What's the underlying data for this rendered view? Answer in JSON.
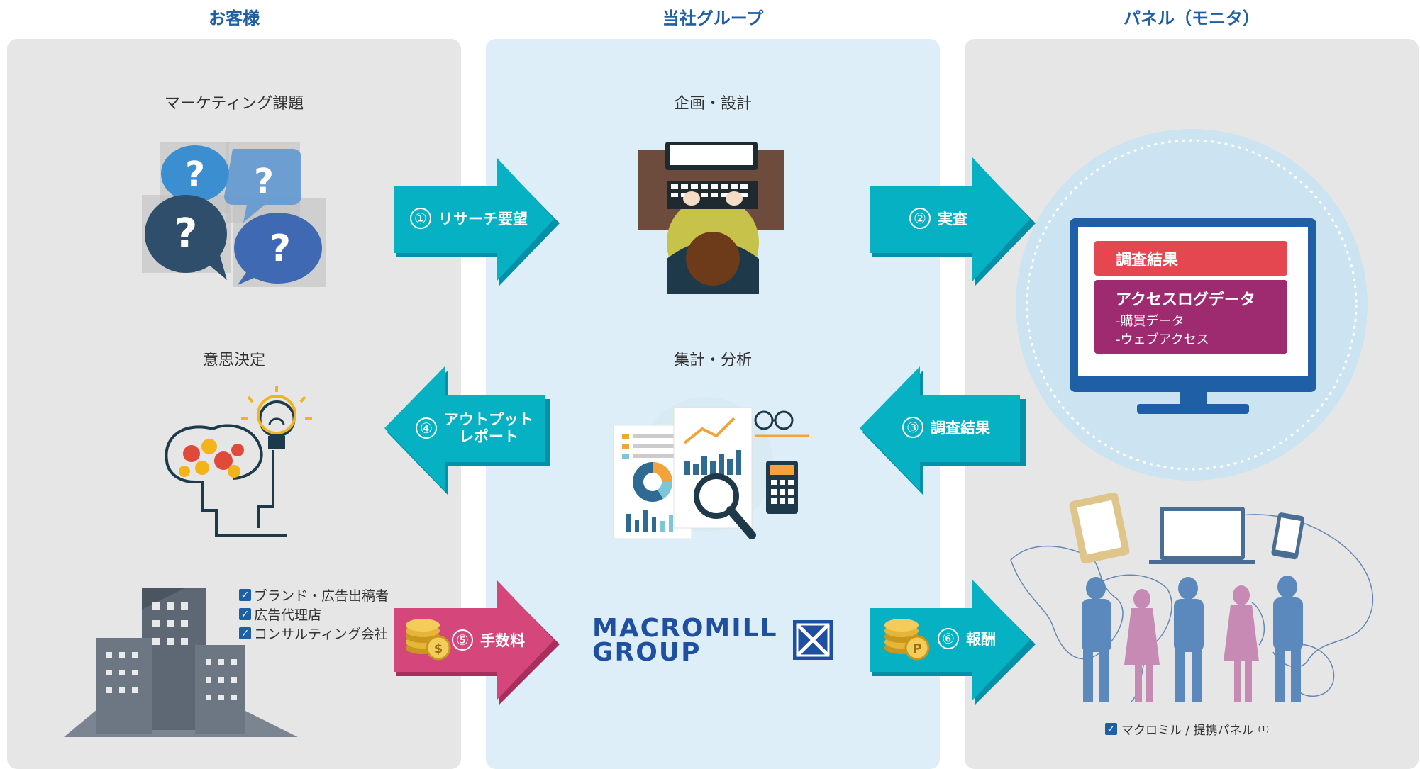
{
  "columns": {
    "customer": "お客様",
    "group": "当社グループ",
    "panel": "パネル（モニタ）"
  },
  "labels": {
    "marketing_issue": "マーケティング課題",
    "decision": "意思決定",
    "planning": "企画・設計",
    "analysis": "集計・分析"
  },
  "arrows": {
    "a1": {
      "num": "①",
      "text": "リサーチ要望"
    },
    "a2": {
      "num": "②",
      "text": "実査"
    },
    "a3": {
      "num": "③",
      "text": "調査結果"
    },
    "a4": {
      "num": "④",
      "text1": "アウトプット",
      "text2": "レポート"
    },
    "a5": {
      "num": "⑤",
      "text": "手数料"
    },
    "a6": {
      "num": "⑥",
      "text": "報酬"
    }
  },
  "customers": [
    "ブランド・広告出稿者",
    "広告代理店",
    "コンサルティング会社"
  ],
  "monitor": {
    "result": "調査結果",
    "access_log": "アクセスログデータ",
    "item1": "-購買データ",
    "item2": "-ウェブアクセス"
  },
  "logo": {
    "line1": "MACROMILL",
    "line2": "GROUP"
  },
  "panel_note": {
    "text": "マクロミル / 提携パネル",
    "sup": "(1)"
  },
  "colors": {
    "teal": "#05b1c3",
    "pink": "#d5467a",
    "navy": "#1f5fa6",
    "panel_gray": "#e6e6e6",
    "panel_blue": "#ddeef8"
  }
}
